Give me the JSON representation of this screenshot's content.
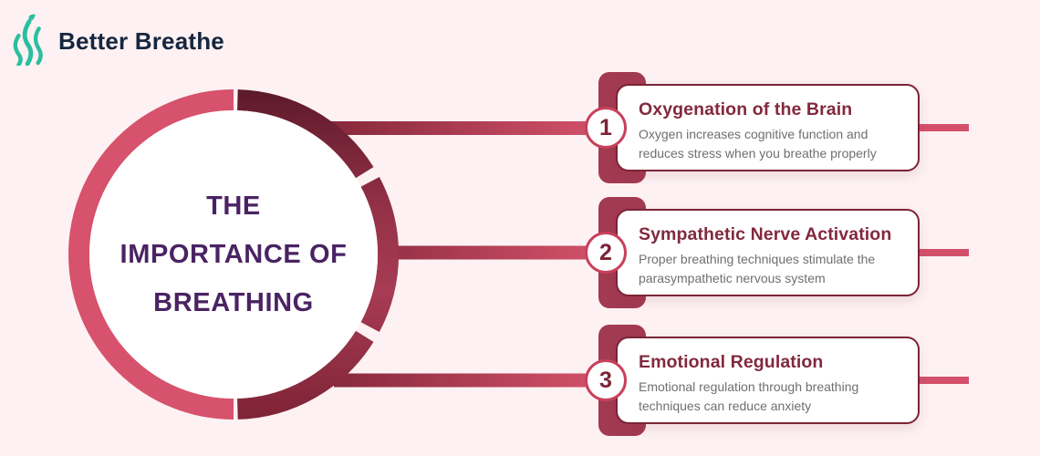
{
  "colors": {
    "background": "#fdf1f3",
    "logo_teal": "#2bbf9e",
    "logo_navy": "#16263f",
    "circle_title_purple": "#4a2363",
    "ring_left_pink": "#d7526c",
    "ring_right_dark": "#5c1a2a",
    "ring_right_mid": "#a73c54",
    "connector_pink": "#d5536c",
    "bracket_maroon": "#a23a51",
    "card_border_maroon": "#7b2437",
    "card_title_maroon": "#82293e",
    "description_gray": "#6f6f6f",
    "badge_border": "#c8415b"
  },
  "logo": {
    "name": "Better Breathe",
    "icon": "breath-waves-icon"
  },
  "center_circle": {
    "title": "THE IMPORTANCE OF BREATHING",
    "line1": "THE",
    "line2": "IMPORTANCE OF",
    "line3": "BREATHING"
  },
  "cards": [
    {
      "number": "1",
      "title": "Oxygenation of the Brain",
      "description": "Oxygen increases cognitive function and reduces stress when you breathe properly"
    },
    {
      "number": "2",
      "title": "Sympathetic Nerve Activation",
      "description": "Proper breathing techniques stimulate the parasympathetic nervous system"
    },
    {
      "number": "3",
      "title": "Emotional Regulation",
      "description": "Emotional regulation through breathing techniques can reduce anxiety"
    }
  ]
}
